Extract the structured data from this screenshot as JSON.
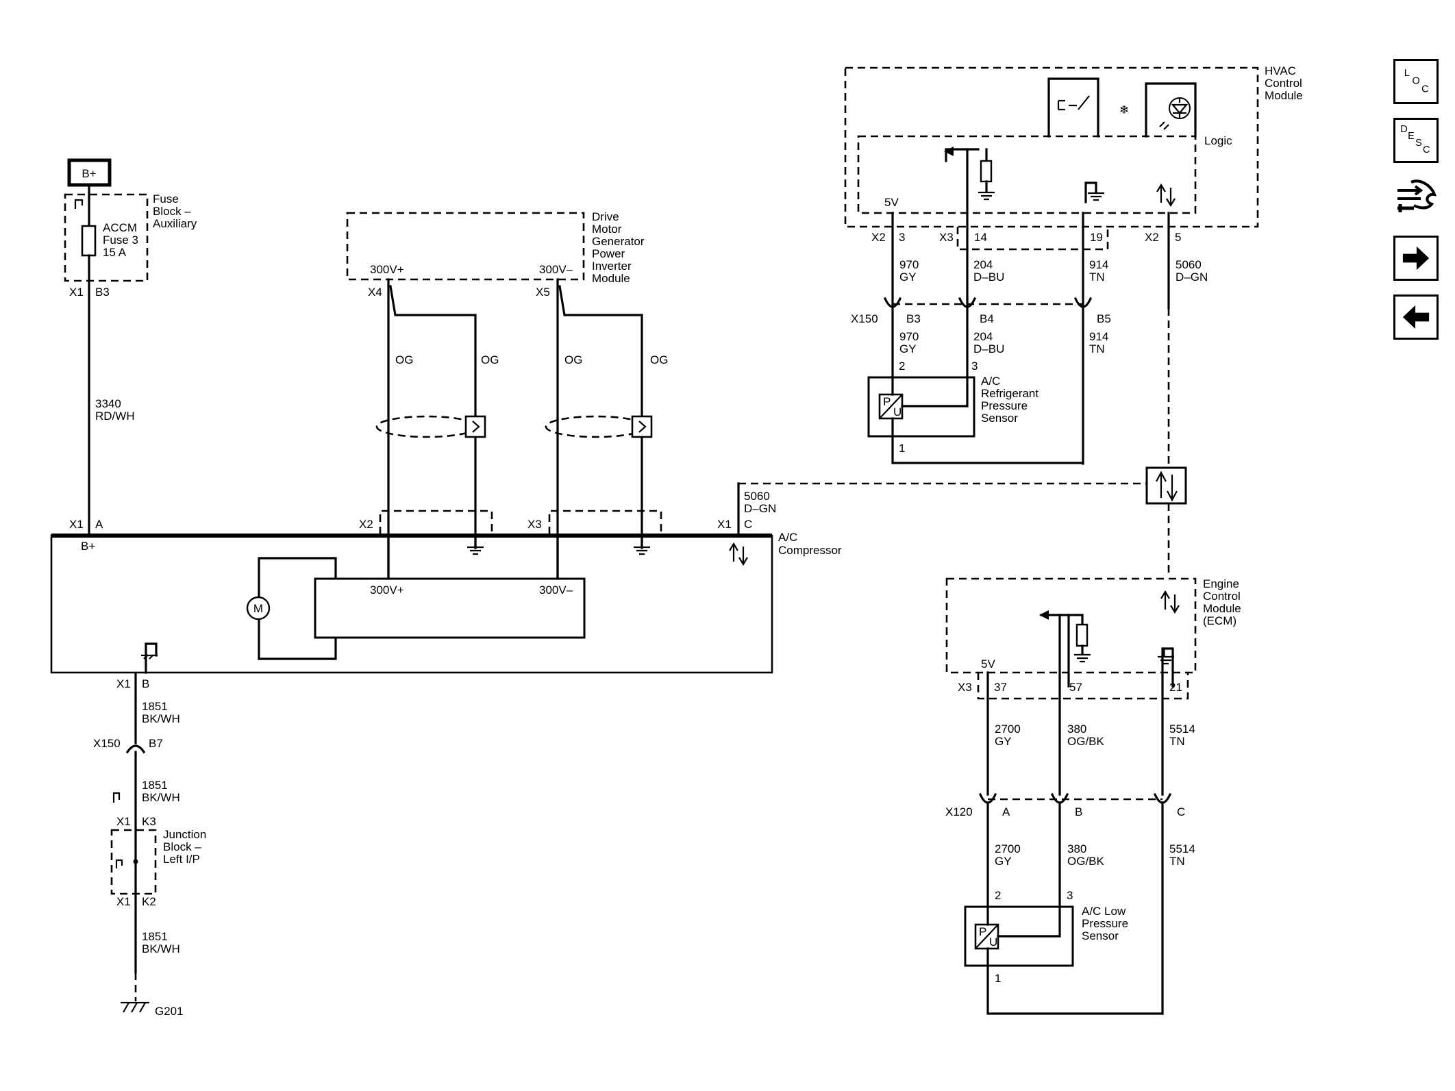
{
  "power": {
    "bplus": "B+"
  },
  "fuse_block": {
    "title": [
      "Fuse",
      "Block –",
      "Auxiliary"
    ],
    "fuse": [
      "ACCM",
      "Fuse 3",
      "15 A"
    ],
    "x1": "X1",
    "pin": "B3"
  },
  "wire_3340": {
    "circuit": "3340",
    "color": "RD/WH"
  },
  "pim": {
    "title": [
      "Drive",
      "Motor",
      "Generator",
      "Power",
      "Inverter",
      "Module"
    ],
    "pos": "300V+",
    "neg": "300V–",
    "x4": "X4",
    "x5": "X5",
    "wire_color": "OG"
  },
  "compressor": {
    "title": [
      "A/C",
      "Compressor"
    ],
    "bplus": "B+",
    "motor": "M",
    "pos": "300V+",
    "neg": "300V–",
    "x1": "X1",
    "pin_a": "A",
    "x2": "X2",
    "x3": "X3",
    "pin_c": "C",
    "pin_b": "B",
    "wire_5060": [
      "5060",
      "D–GN"
    ]
  },
  "ground_path": {
    "w1": [
      "1851",
      "BK/WH"
    ],
    "x150": "X150",
    "b7": "B7",
    "x1": "X1",
    "k3": "K3",
    "k2": "K2",
    "junction": [
      "Junction",
      "Block –",
      "Left I/P"
    ],
    "ground": "G201"
  },
  "hvac": {
    "title": [
      "HVAC",
      "Control",
      "Module"
    ],
    "logic": "Logic",
    "v5": "5V",
    "x2": "X2",
    "x3": "X3",
    "p3": "3",
    "p14": "14",
    "p19": "19",
    "p5": "5",
    "w970": [
      "970",
      "GY"
    ],
    "w204": [
      "204",
      "D–BU"
    ],
    "w914": [
      "914",
      "TN"
    ],
    "w5060": [
      "5060",
      "D–GN"
    ],
    "x150": "X150",
    "b3": "B3",
    "b4": "B4",
    "b5": "B5"
  },
  "refrigerant_sensor": {
    "title": [
      "A/C",
      "Refrigerant",
      "Pressure",
      "Sensor"
    ],
    "p2": "2",
    "p3": "3",
    "p1": "1",
    "p": "P",
    "u": "U"
  },
  "ecm": {
    "title": [
      "Engine",
      "Control",
      "Module",
      "(ECM)"
    ],
    "v5": "5V",
    "x3": "X3",
    "p37": "37",
    "p57": "57",
    "p21": "21",
    "w2700": [
      "2700",
      "GY"
    ],
    "w380": [
      "380",
      "OG/BK"
    ],
    "w5514": [
      "5514",
      "TN"
    ],
    "x120": "X120",
    "a": "A",
    "b": "B",
    "c": "C"
  },
  "low_sensor": {
    "title": [
      "A/C Low",
      "Pressure",
      "Sensor"
    ],
    "p2": "2",
    "p3": "3",
    "p1": "1",
    "p": "P",
    "u": "U"
  },
  "nav": {
    "loc": [
      "L",
      "O",
      "C"
    ],
    "desc": [
      "D",
      "E",
      "S",
      "C"
    ],
    "icons": [
      "connector-icon",
      "forward-arrow-icon",
      "back-arrow-icon"
    ]
  }
}
